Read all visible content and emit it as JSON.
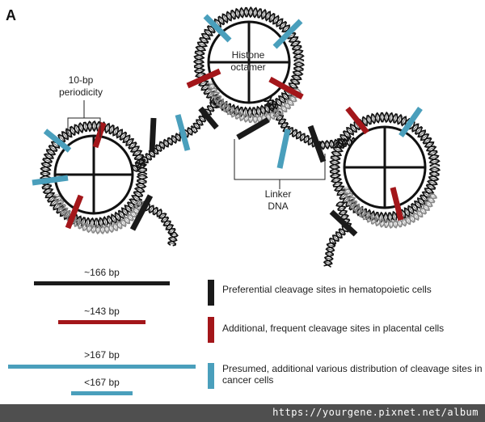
{
  "panel_label": "A",
  "diagram": {
    "histone_label_line1": "Histone",
    "histone_label_line2": "octamer",
    "periodicity_line1": "10-bp",
    "periodicity_line2": "periodicity",
    "linker_line1": "Linker",
    "linker_line2": "DNA"
  },
  "fragments": [
    {
      "label": "~166 bp",
      "color": "#1a1a1a"
    },
    {
      "label": "~143 bp",
      "color": "#a3161a"
    },
    {
      "label": ">167 bp",
      "color": "#4a9fbc"
    },
    {
      "label": "<167 bp",
      "color": "#4a9fbc"
    }
  ],
  "legend": [
    {
      "text": "Preferential cleavage sites in hematopoietic cells",
      "color": "#1a1a1a"
    },
    {
      "text": "Additional, frequent cleavage sites in placental cells",
      "color": "#a3161a"
    },
    {
      "text_line1": "Presumed, additional various distribution of cleavage sites in",
      "text_line2": "cancer cells",
      "color": "#4a9fbc"
    }
  ],
  "watermark": "https://yourgene.pixnet.net/album",
  "colors": {
    "black_site": "#1a1a1a",
    "red_site": "#a3161a",
    "blue_site": "#4a9fbc",
    "dna": "#111111",
    "dna_back": "#888888"
  }
}
